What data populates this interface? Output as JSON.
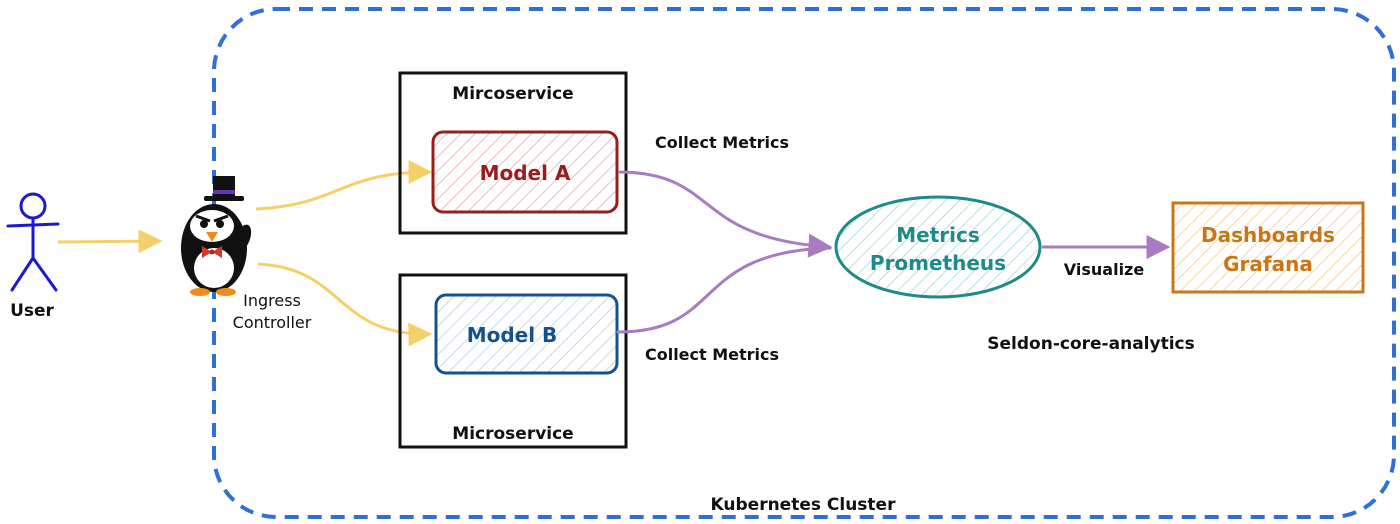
{
  "cluster": {
    "label": "Kubernetes Cluster",
    "border_color": "#2f6fd6"
  },
  "user": {
    "label": "User",
    "icon": "stick-figure-user-icon",
    "color": "#1a1acc"
  },
  "ingress": {
    "line1": "Ingress",
    "line2": "Controller",
    "icon": "penguin-top-hat-icon"
  },
  "microservice_a": {
    "label": "Mircoservice"
  },
  "microservice_b": {
    "label": "Microservice"
  },
  "model_a": {
    "label": "Model A",
    "color": "#9b1c1c"
  },
  "model_b": {
    "label": "Model B",
    "color": "#15508f"
  },
  "collect_metrics_a": "Collect Metrics",
  "collect_metrics_b": "Collect Metrics",
  "prometheus": {
    "line1": "Metrics",
    "line2": "Prometheus",
    "color": "#1f8a8a"
  },
  "grafana": {
    "line1": "Dashboards",
    "line2": "Grafana",
    "color": "#c97714"
  },
  "visualize": "Visualize",
  "analytics": "Seldon-core-analytics",
  "colors": {
    "user_flow": "#f5d06a",
    "metrics_flow": "#a77cc0"
  }
}
